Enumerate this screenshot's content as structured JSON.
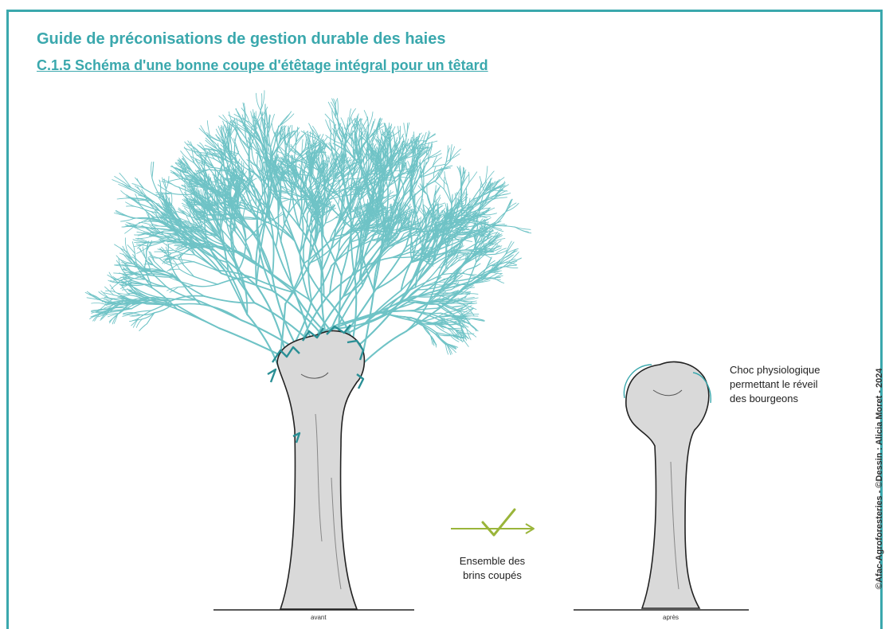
{
  "header": {
    "title": "Guide de préconisations de gestion durable des haies",
    "subtitle": "C.1.5 Schéma d'une bonne coupe d'étêtage intégral pour un têtard"
  },
  "labels": {
    "cut_line1": "Ensemble des",
    "cut_line2": "brins coupés",
    "shock_line1": "Choc physiologique",
    "shock_line2": "permettant le réveil",
    "shock_line3": "des bourgeons",
    "before": "avant",
    "after": "après"
  },
  "credit": "©Afac-Agroforesteries - ©Dessin : Alicia Moret - 2024",
  "colors": {
    "accent": "#3aa8ad",
    "branches": "#6fc3c6",
    "arrow": "#9ab53a",
    "trunk": "#d9d9d9"
  }
}
